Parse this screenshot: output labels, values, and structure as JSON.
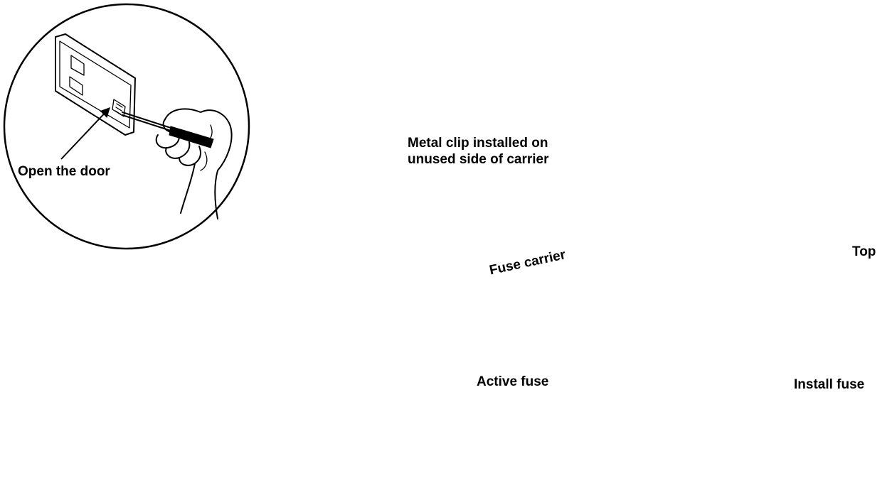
{
  "labels": {
    "open_door": "Open the door",
    "metal_clip_line1": "Metal clip installed on",
    "metal_clip_line2": "unused side of carrier",
    "fuse_carrier": "Fuse carrier",
    "active_fuse": "Active fuse",
    "top": "Top",
    "install_fuse": "Install fuse"
  }
}
